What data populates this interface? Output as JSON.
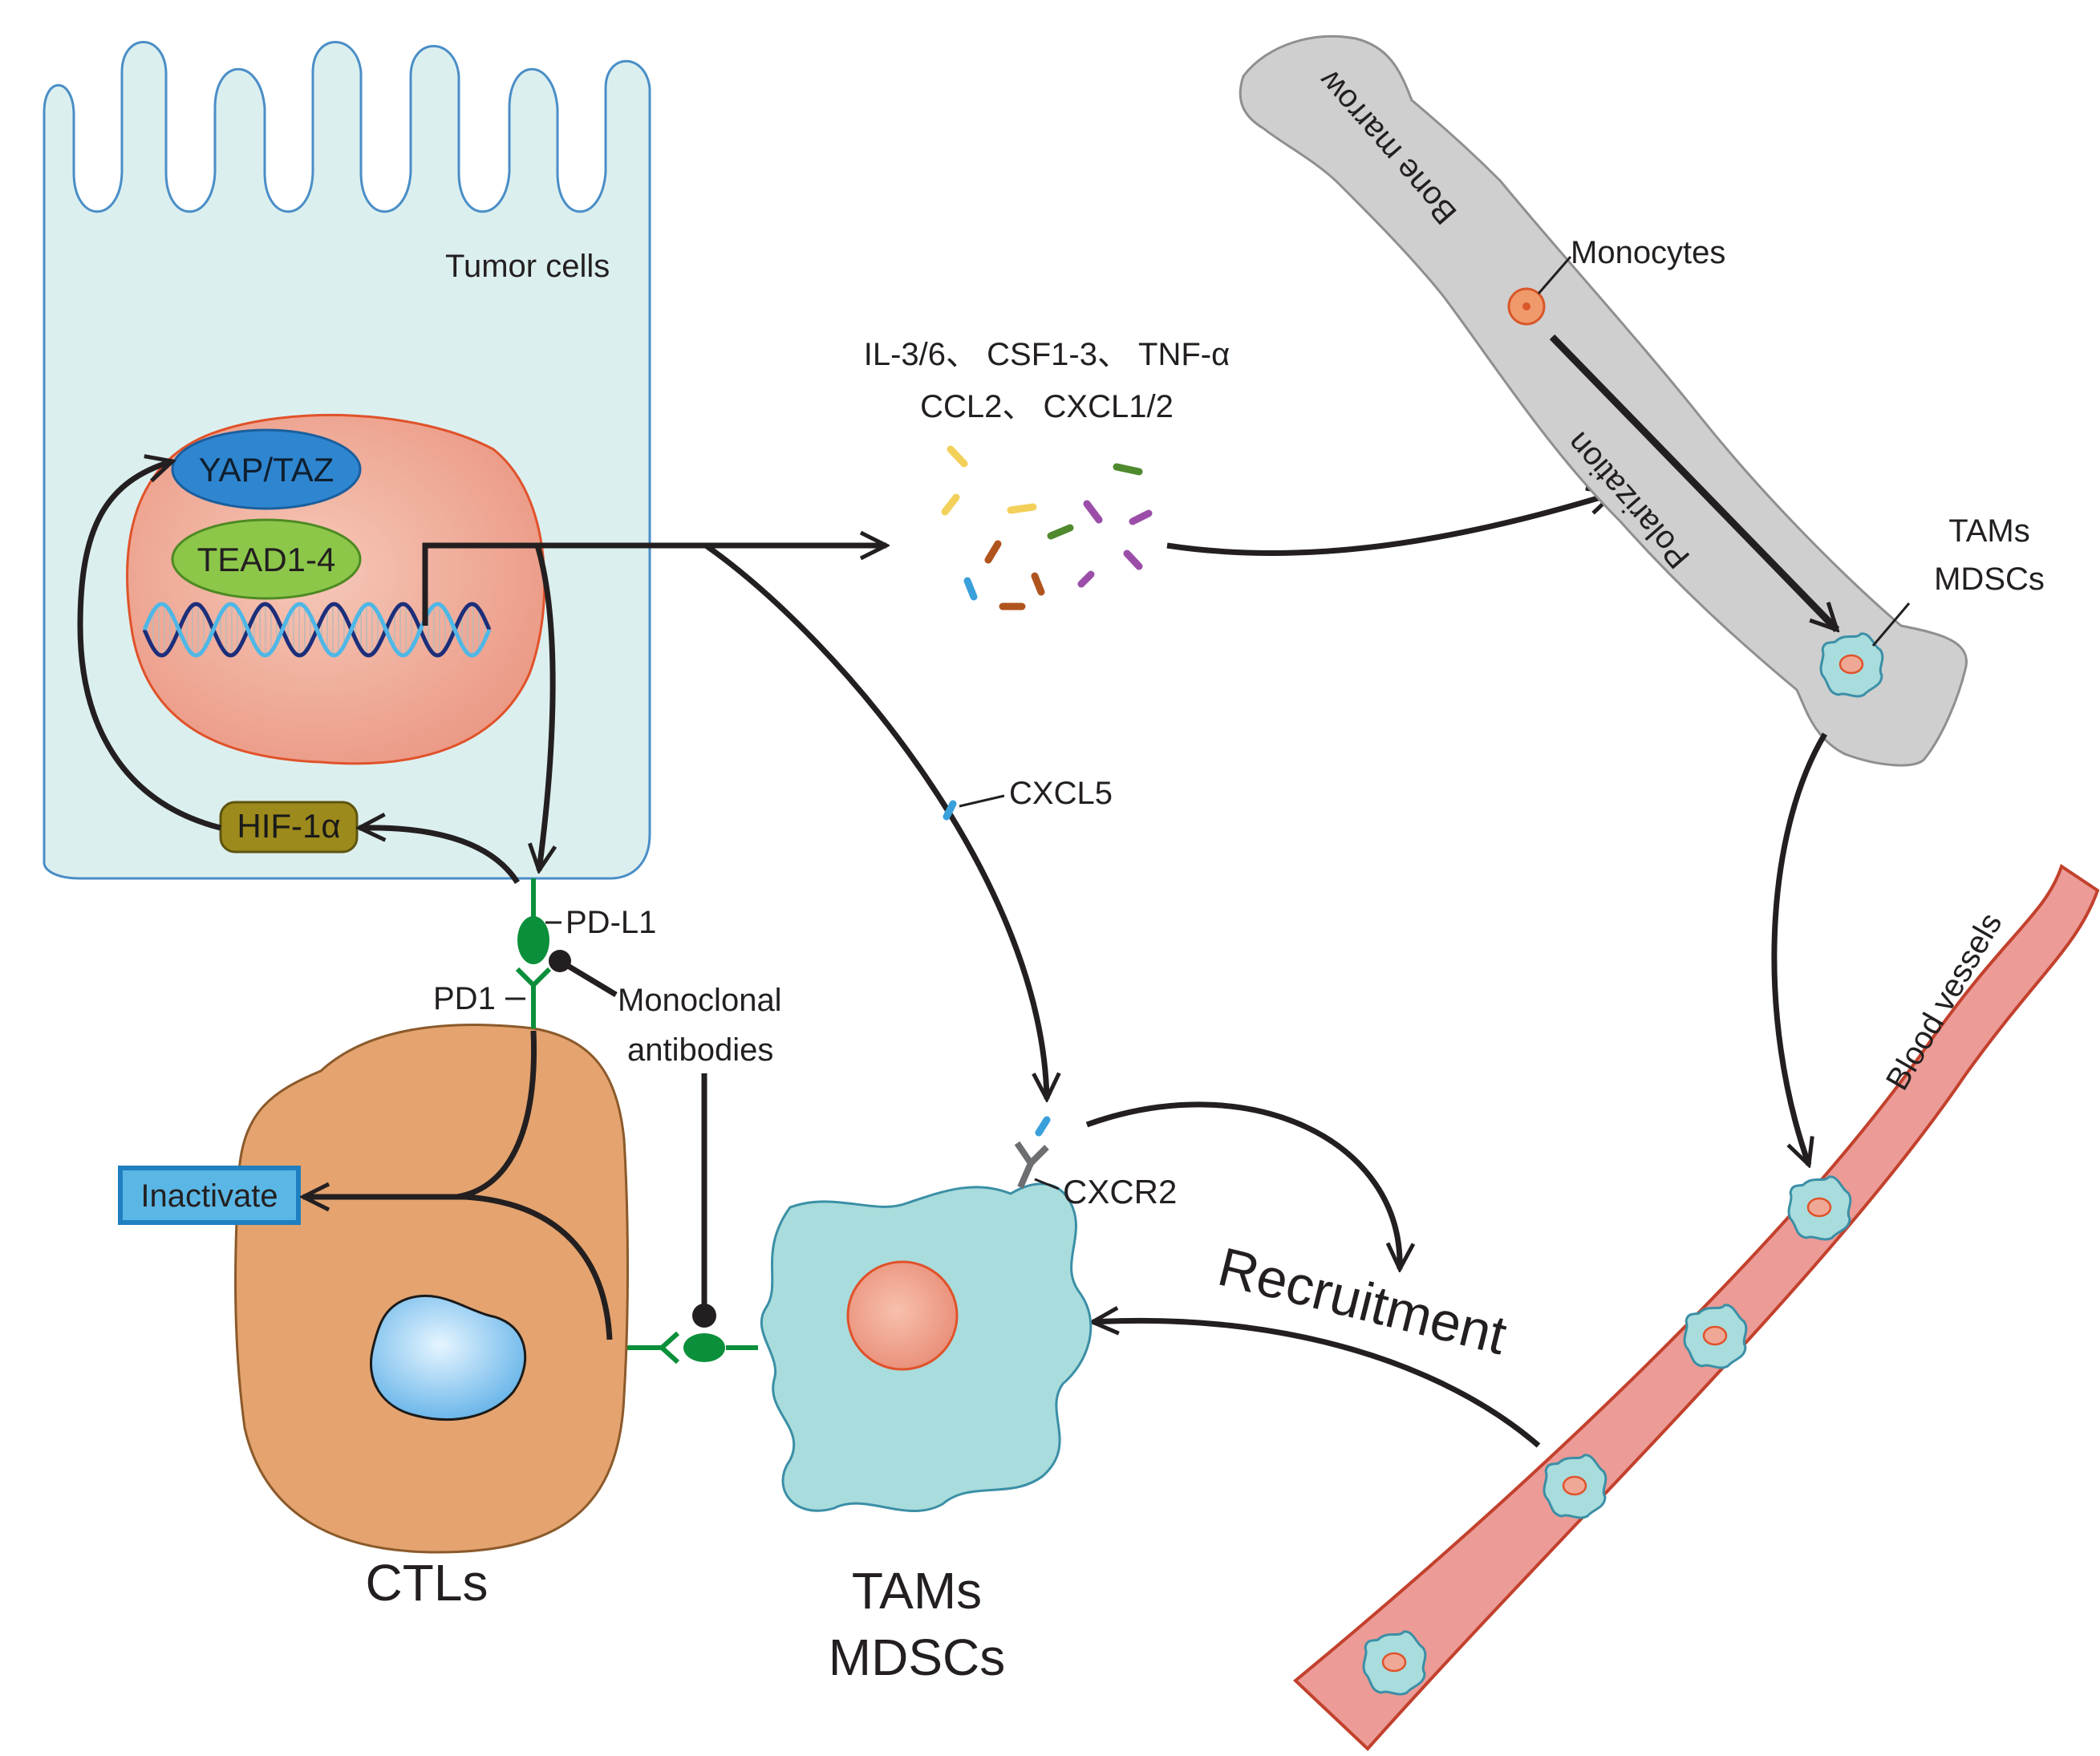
{
  "labels": {
    "tumor_cells": "Tumor cells",
    "yap_taz": "YAP/TAZ",
    "tead": "TEAD1-4",
    "hif": "HIF-1α",
    "pd_l1": "PD-L1",
    "pd1": "PD1",
    "mab_line1": "Monoclonal",
    "mab_line2": "antibodies",
    "inactivate": "Inactivate",
    "ctls": "CTLs",
    "tams_bottom_line1": "TAMs",
    "tams_bottom_line2": "MDSCs",
    "cytokines_line1": "IL-3/6、 CSF1-3、 TNF-α",
    "cytokines_line2": "CCL2、 CXCL1/2",
    "cxcl5": "CXCL5",
    "cxcr2": "CXCR2",
    "recruitment": "Recruitment",
    "bone_marrow": "Bone marrow",
    "monocytes": "Monocytes",
    "polarization": "Polarization",
    "tams_bone_line1": "TAMs",
    "tams_bone_line2": "MDSCs",
    "blood_vessels": "Blood vessels"
  },
  "colors": {
    "tumor_cell_fill": "#dcefef",
    "tumor_cell_stroke": "#4a8ec7",
    "nucleus_fill": "#f0a896",
    "nucleus_stroke": "#e0522a",
    "yap_fill": "#2f86d0",
    "tead_fill": "#8cc74a",
    "hif_fill": "#9c8a1c",
    "pd_green": "#0b8f3a",
    "ctl_fill": "#e4a36f",
    "ctl_stroke": "#8b5a2b",
    "tam_fill": "#a9dcdc",
    "tam_stroke": "#3b8fa6",
    "inactivate_fill": "#5ab7e5",
    "inactivate_stroke": "#1f7fc0",
    "bone_fill": "#cfcfcf",
    "bone_stroke": "#8f8f8f",
    "vessel_fill": "#ec9b96",
    "vessel_stroke": "#c2412d",
    "arrow": "#231f20",
    "cytokine_colors": [
      "#f2d05a",
      "#3aa0dc",
      "#b0541e",
      "#4f8a2f",
      "#9b4ea8"
    ]
  }
}
